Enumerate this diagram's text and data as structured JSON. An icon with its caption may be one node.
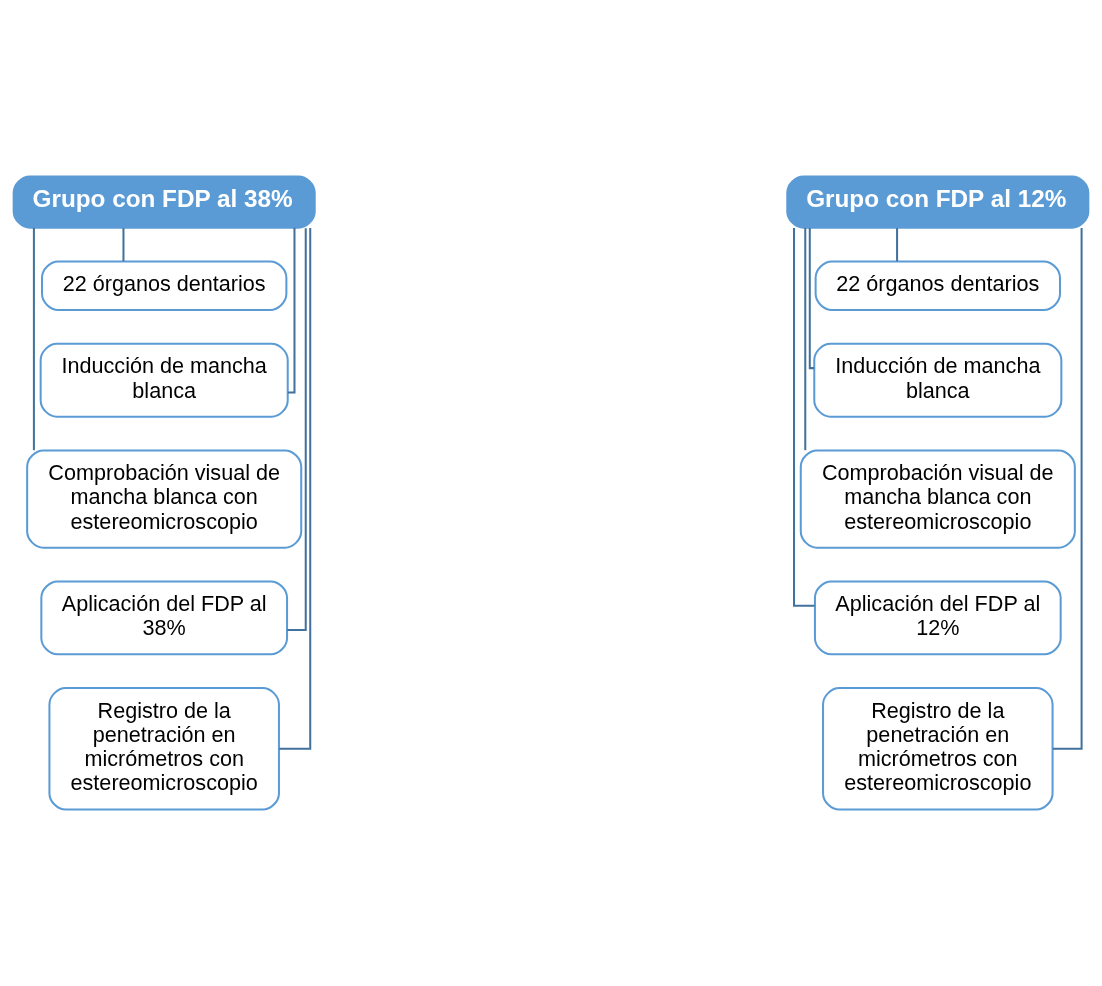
{
  "diagram": {
    "nodes": [
      {
        "text": [
          "Grupo con FDP al 38%"
        ]
      },
      {
        "text": [
          "22 órganos dentarios"
        ]
      },
      {
        "text": [
          "Inducción de mancha blanca"
        ]
      },
      {
        "text": [
          "Comprobación visual de mancha blanca con estereomicroscopio"
        ]
      },
      {
        "text": [
          "Aplicación del FDP al 38%"
        ]
      },
      {
        "text": [
          "Registro de la penetración en micrómetros con estereomicroscopio"
        ]
      },
      {
        "text": [
          "Grupo con FDP al 12%"
        ]
      },
      {
        "text": [
          "22 órganos dentarios"
        ]
      },
      {
        "text": [
          "Inducción de mancha blanca"
        ]
      },
      {
        "text": [
          "Comprobación visual de mancha blanca con estereomicroscopio"
        ]
      },
      {
        "text": [
          "Aplicación del FDP al 12%"
        ]
      },
      {
        "text": [
          "Registro de la penetración en micrómetros con estereomicroscopio"
        ]
      }
    ],
    "edges": [
      {
        "from": 0,
        "to": 1,
        "arrow": "none"
      },
      {
        "from": 0,
        "to": 2,
        "arrow": "none"
      },
      {
        "from": 0,
        "to": 3,
        "arrow": "none"
      },
      {
        "from": 0,
        "to": 4,
        "arrow": "none"
      },
      {
        "from": 0,
        "to": 5,
        "arrow": "none"
      },
      {
        "from": 6,
        "to": 7,
        "arrow": "none"
      },
      {
        "from": 6,
        "to": 8,
        "arrow": "none"
      },
      {
        "from": 6,
        "to": 9,
        "arrow": "none"
      },
      {
        "from": 6,
        "to": 10,
        "arrow": "none"
      },
      {
        "from": 6,
        "to": 11,
        "arrow": "none"
      }
    ]
  }
}
